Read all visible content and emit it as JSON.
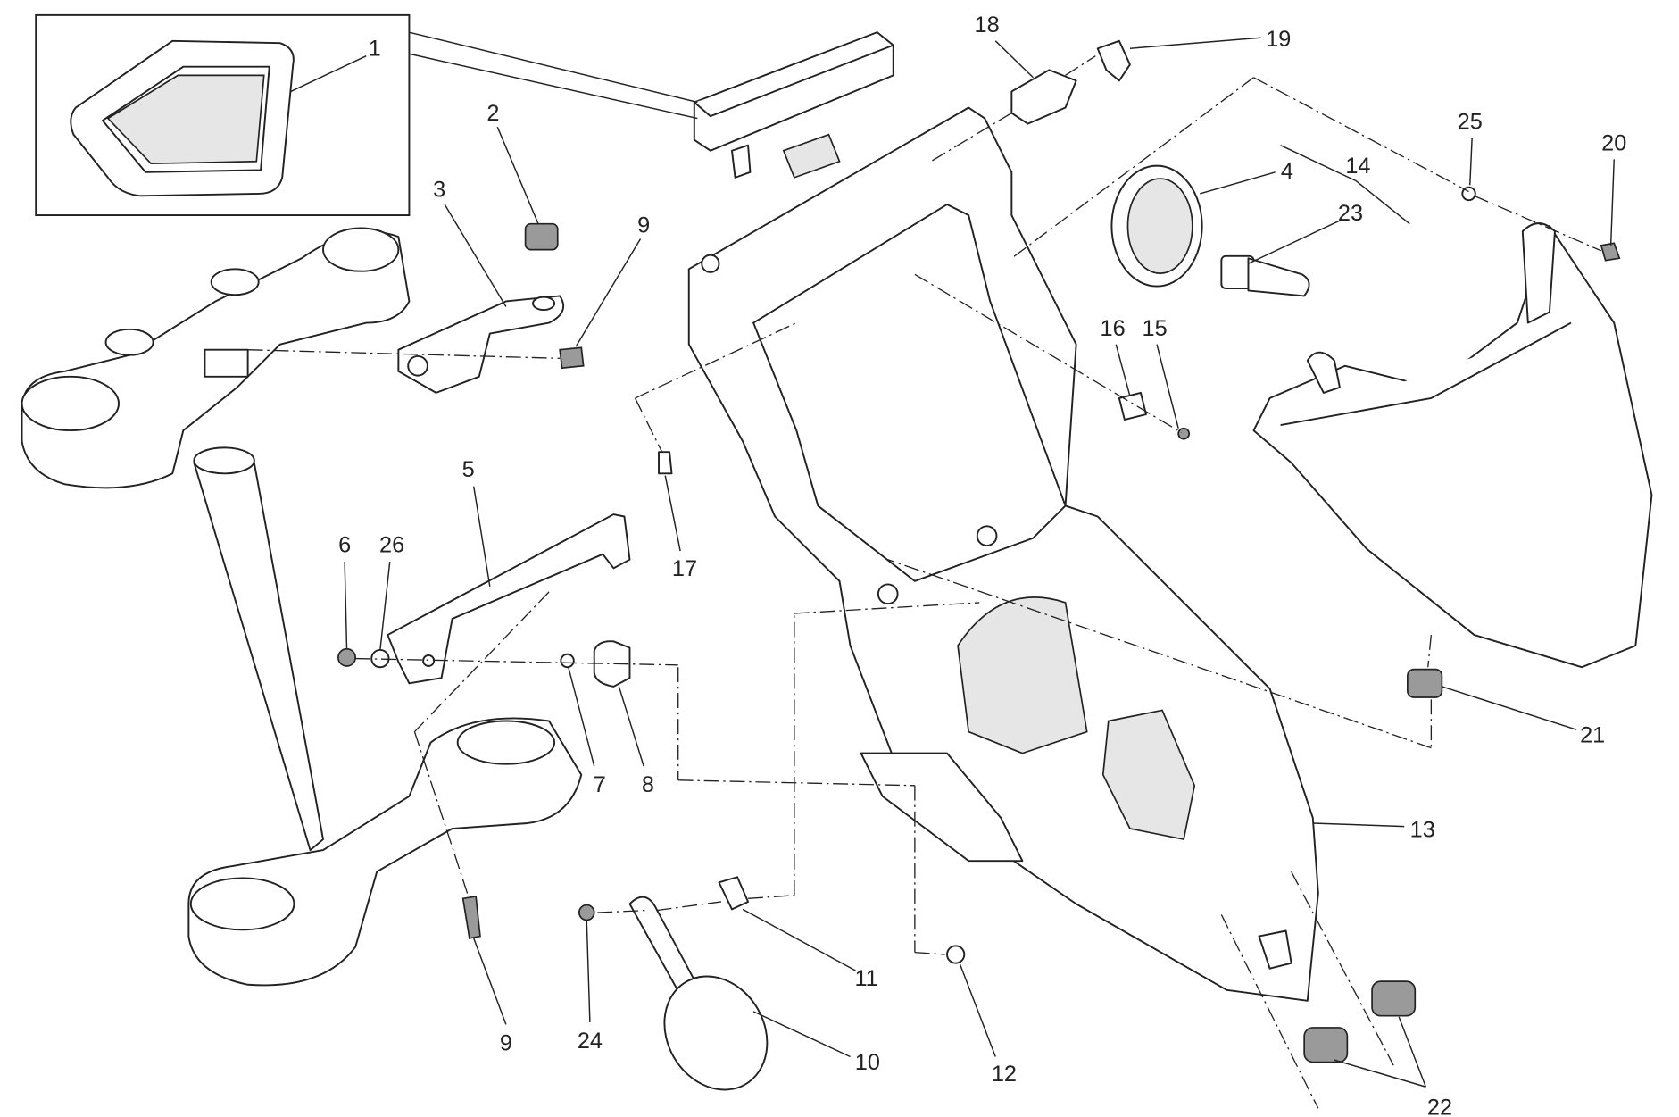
{
  "diagram": {
    "type": "exploded parts diagram",
    "callouts": [
      {
        "id": "c1",
        "label": "1"
      },
      {
        "id": "c2",
        "label": "2"
      },
      {
        "id": "c3",
        "label": "3"
      },
      {
        "id": "c9a",
        "label": "9"
      },
      {
        "id": "c18",
        "label": "18"
      },
      {
        "id": "c19",
        "label": "19"
      },
      {
        "id": "c25",
        "label": "25"
      },
      {
        "id": "c20",
        "label": "20"
      },
      {
        "id": "c4",
        "label": "4"
      },
      {
        "id": "c14",
        "label": "14"
      },
      {
        "id": "c23",
        "label": "23"
      },
      {
        "id": "c16",
        "label": "16"
      },
      {
        "id": "c15",
        "label": "15"
      },
      {
        "id": "c5",
        "label": "5"
      },
      {
        "id": "c6",
        "label": "6"
      },
      {
        "id": "c26",
        "label": "26"
      },
      {
        "id": "c17",
        "label": "17"
      },
      {
        "id": "c7",
        "label": "7"
      },
      {
        "id": "c8",
        "label": "8"
      },
      {
        "id": "c21",
        "label": "21"
      },
      {
        "id": "c13",
        "label": "13"
      },
      {
        "id": "c11",
        "label": "11"
      },
      {
        "id": "c9b",
        "label": "9"
      },
      {
        "id": "c24",
        "label": "24"
      },
      {
        "id": "c10",
        "label": "10"
      },
      {
        "id": "c12",
        "label": "12"
      },
      {
        "id": "c22",
        "label": "22"
      }
    ]
  }
}
